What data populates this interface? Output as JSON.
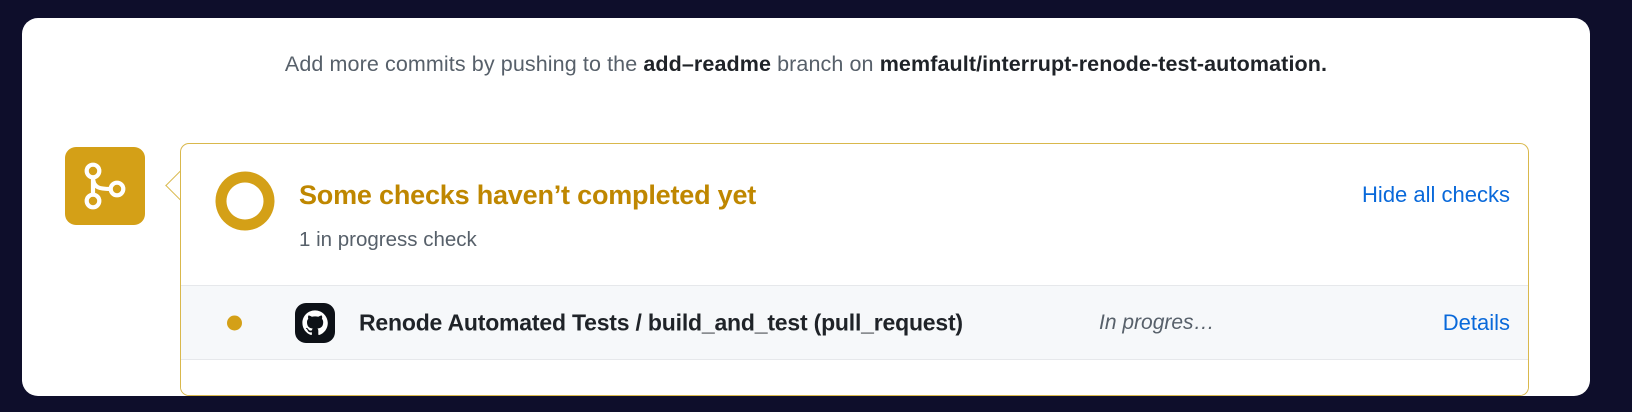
{
  "colors": {
    "page_background": "#0e0e2b",
    "card_background": "#ffffff",
    "accent_yellow": "#d4a017",
    "panel_border": "#d9b84c",
    "title_yellow": "#bf8700",
    "link_blue": "#0969da",
    "muted_text": "#57606a",
    "strong_text": "#1f2328",
    "row_background": "#f6f8fa"
  },
  "commit_hint": {
    "lead": "Add more commits by pushing to the ",
    "branch": "add–readme",
    "middle": " branch on ",
    "repo": "memfault/interrupt-renode-test-automation",
    "trail": "."
  },
  "merge_badge": {
    "icon": "git-branch-merge-icon"
  },
  "checks": {
    "spinner_icon": "in-progress-spinner-icon",
    "title": "Some checks haven’t completed yet",
    "subtitle": "1 in progress check",
    "hide_all_label": "Hide all checks",
    "rows": [
      {
        "status_icon": "in-progress-dot-icon",
        "avatar_icon": "github-octocat-icon",
        "name": "Renode Automated Tests / build_and_test (pull_request)",
        "state": "In progres…",
        "details_label": "Details"
      }
    ]
  }
}
